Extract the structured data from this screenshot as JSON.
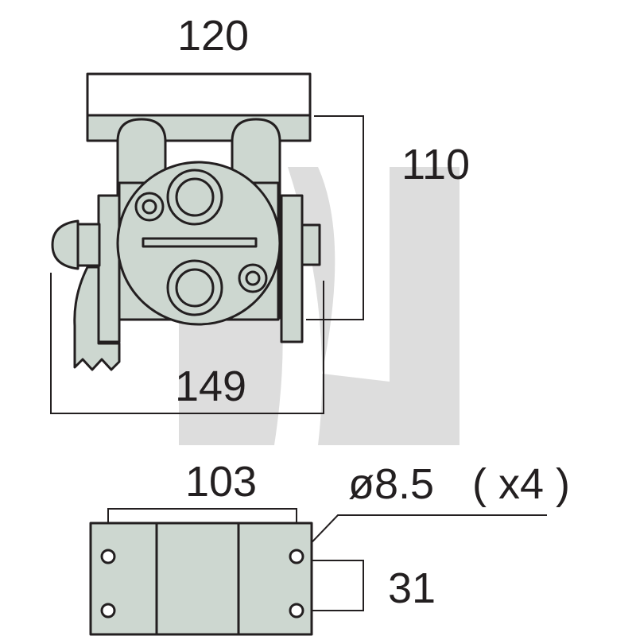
{
  "colors": {
    "part_fill": "#cdd7d0",
    "outline": "#231f20",
    "watermark": "#d9d9d9",
    "background": "#ffffff"
  },
  "dimensions": {
    "top_width": "120",
    "height": "110",
    "overall_width": "149",
    "hole_spacing": "103",
    "hole_diameter": "ø8.5",
    "hole_count": "( x4 )",
    "hole_pitch": "31"
  }
}
